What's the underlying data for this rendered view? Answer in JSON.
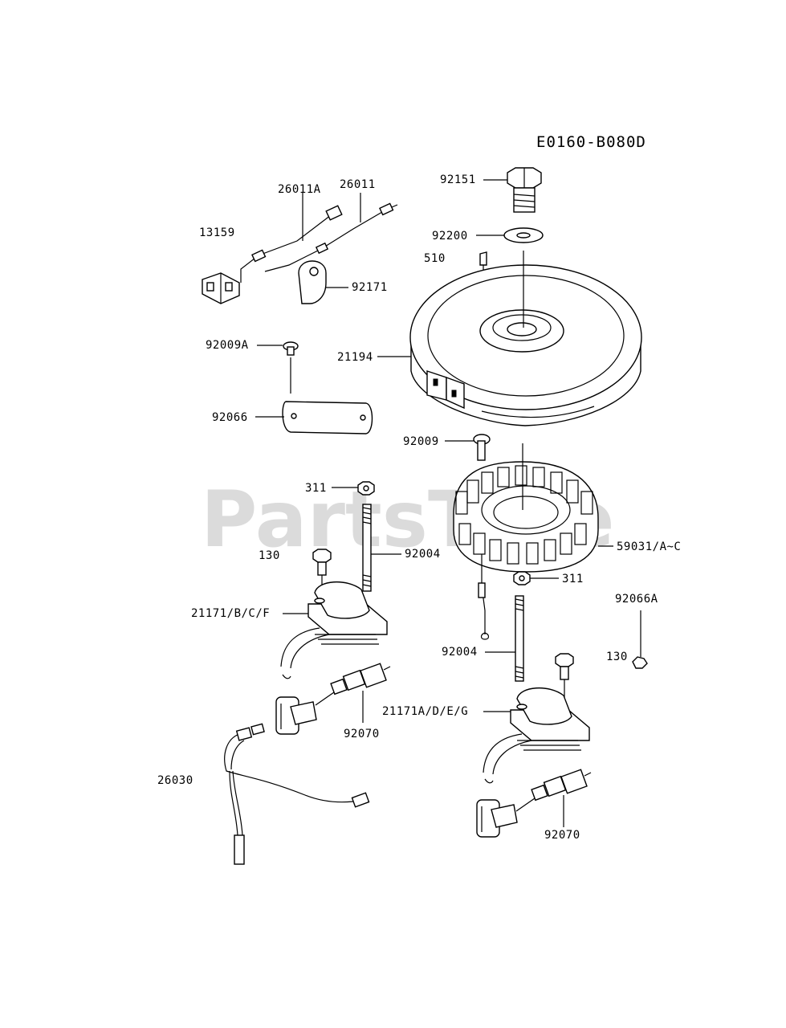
{
  "diagram_code": "E0160-B080D",
  "watermark": "PartsTree",
  "labels": {
    "p26011A": "26011A",
    "p26011": "26011",
    "p13159": "13159",
    "p92171": "92171",
    "p92151": "92151",
    "p92200": "92200",
    "p510": "510",
    "p21194": "21194",
    "p92009A": "92009A",
    "p92066": "92066",
    "p92009": "92009",
    "p311_top": "311",
    "p92004_left": "92004",
    "p130_left": "130",
    "p59031": "59031/A~C",
    "p311_right": "311",
    "p21171BCF": "21171/B/C/F",
    "p92066A": "92066A",
    "p130_right": "130",
    "p92004_right": "92004",
    "p21171ADEG": "21171A/D/E/G",
    "p92070_left": "92070",
    "p26030": "26030",
    "p92070_right": "92070"
  }
}
